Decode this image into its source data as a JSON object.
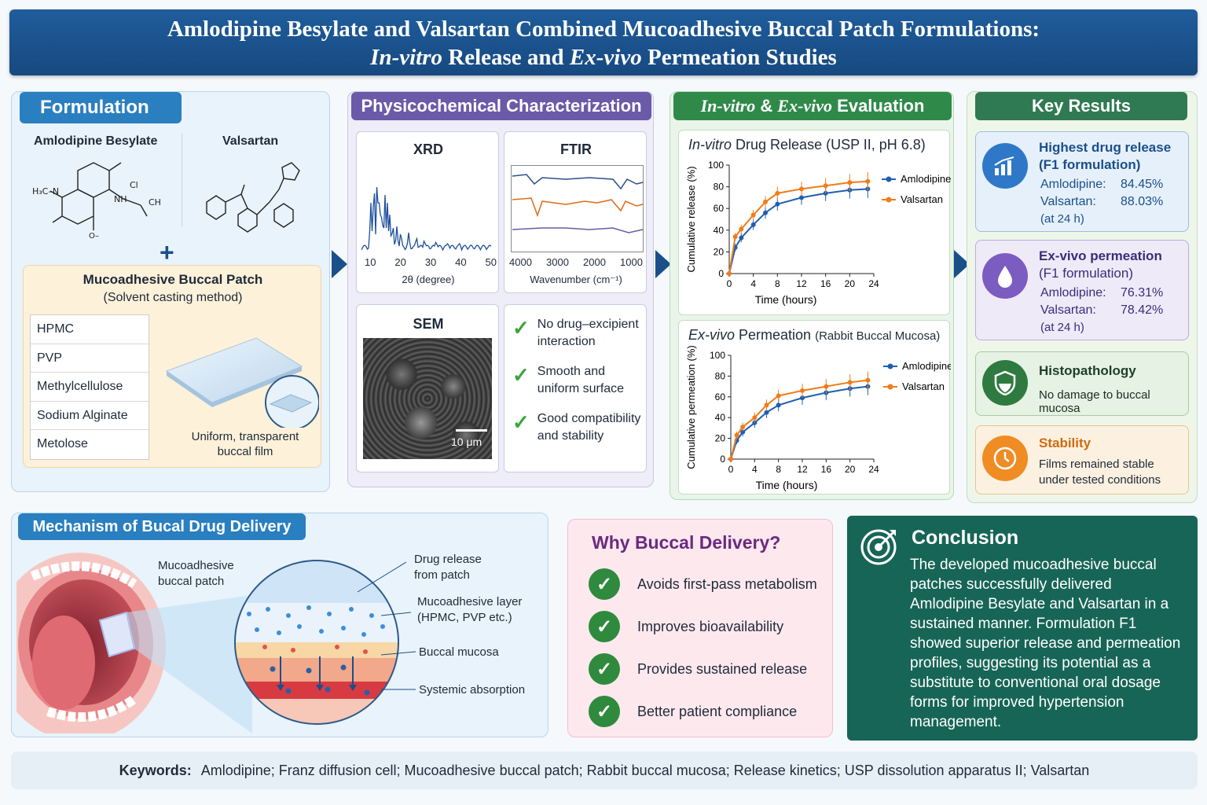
{
  "title": {
    "line1": "Amlodipine Besylate and Valsartan Combined Mucoadhesive Buccal Patch Formulations:",
    "line2a": "In-vitro",
    "line2b": " Release and ",
    "line2c": "Ex-vivo",
    "line2d": " Permeation Studies"
  },
  "formulation": {
    "heading": "Formulation",
    "drug1": "Amlodipine Besylate",
    "drug2": "Valsartan",
    "patch_title": "Mucoadhesive Buccal Patch",
    "patch_method": "(Solvent casting method)",
    "polymers": [
      "HPMC",
      "PVP",
      "Methylcellulose",
      "Sodium Alginate",
      "Metolose"
    ],
    "film_caption": "Uniform, transparent buccal film"
  },
  "physico": {
    "heading": "Physicochemical Characterization",
    "xrd": "XRD",
    "xrd_ticks": [
      "10",
      "20",
      "30",
      "40",
      "50"
    ],
    "xrd_xlabel": "2θ (degree)",
    "ftir": "FTIR",
    "ftir_ticks": [
      "4000",
      "3000",
      "2000",
      "1000"
    ],
    "ftir_xlabel": "Wavenumber (cm⁻¹)",
    "sem": "SEM",
    "sem_scale": "10 μm",
    "checks": [
      "No drug–excipient interaction",
      "Smooth and uniform surface",
      "Good compatibility and stability"
    ]
  },
  "evaluation": {
    "heading_a": "In-vitro",
    "heading_b": " & ",
    "heading_c": "Ex-vivo",
    "heading_d": " Evaluation"
  },
  "chart_data": [
    {
      "type": "line",
      "title": "In-vitro Drug Release (USP II, pH 6.8)",
      "xlabel": "Time (hours)",
      "ylabel": "Cumulative release (%)",
      "xlim": [
        0,
        24
      ],
      "ylim": [
        0,
        100
      ],
      "xticks": [
        0,
        4,
        8,
        12,
        16,
        20,
        24
      ],
      "yticks": [
        0,
        20,
        40,
        60,
        80,
        100
      ],
      "series": [
        {
          "name": "Amlodipine",
          "color": "#1f5fb0",
          "x": [
            0,
            1,
            2,
            4,
            6,
            8,
            12,
            16,
            20,
            23
          ],
          "y": [
            0,
            24,
            33,
            45,
            56,
            64,
            70,
            74,
            77,
            78
          ]
        },
        {
          "name": "Valsartan",
          "color": "#ef7d1a",
          "x": [
            0,
            1,
            2,
            4,
            6,
            8,
            12,
            16,
            20,
            23
          ],
          "y": [
            0,
            34,
            41,
            54,
            66,
            74,
            78,
            81,
            84,
            85
          ]
        }
      ]
    },
    {
      "type": "line",
      "title": "Ex-vivo Permeation (Rabbit Buccal Mucosa)",
      "xlabel": "Time (hours)",
      "ylabel": "Cumulative permeation (%)",
      "xlim": [
        0,
        24
      ],
      "ylim": [
        0,
        100
      ],
      "xticks": [
        0,
        4,
        8,
        12,
        16,
        20,
        24
      ],
      "yticks": [
        0,
        20,
        40,
        60,
        80,
        100
      ],
      "series": [
        {
          "name": "Amlodipine",
          "color": "#1f5fb0",
          "x": [
            0,
            1,
            2,
            4,
            6,
            8,
            12,
            16,
            20,
            23
          ],
          "y": [
            0,
            18,
            26,
            35,
            45,
            52,
            59,
            64,
            68,
            70
          ]
        },
        {
          "name": "Valsartan",
          "color": "#ef7d1a",
          "x": [
            0,
            1,
            2,
            4,
            6,
            8,
            12,
            16,
            20,
            23
          ],
          "y": [
            0,
            23,
            31,
            40,
            52,
            61,
            66,
            70,
            74,
            76
          ]
        }
      ]
    }
  ],
  "chart_titles": {
    "c1a": "In-vitro",
    "c1b": " Drug Release ",
    "c1c": "(USP II, pH 6.8)",
    "c2a": "Ex-vivo",
    "c2b": " Permeation ",
    "c2c": "(Rabbit Buccal Mucosa)"
  },
  "results": {
    "heading": "Key Results",
    "r1": {
      "title": "Highest drug release",
      "sub": "(F1 formulation)",
      "l1": "Amlodipine:",
      "v1": "84.45%",
      "l2": "Valsartan:",
      "v2": "88.03%",
      "t": "(at 24 h)"
    },
    "r2": {
      "title": "Ex-vivo permeation",
      "sub": "(F1 formulation)",
      "l1": "Amlodipine:",
      "v1": "76.31%",
      "l2": "Valsartan:",
      "v2": "78.42%",
      "t": "(at 24 h)"
    },
    "r3": {
      "title": "Histopathology",
      "text": "No damage to buccal mucosa"
    },
    "r4": {
      "title": "Stability",
      "text1": "Films remained stable",
      "text2": "under tested conditions"
    }
  },
  "mechanism": {
    "heading": "Mechanism of Bucal Drug Delivery",
    "patch1": "Mucoadhesive",
    "patch2": "buccal patch",
    "drug1": "Drug release",
    "drug2": "from patch",
    "layer1": "Mucoadhesive layer",
    "layer2": "(HPMC, PVP etc.)",
    "mucosa": "Buccal mucosa",
    "systemic": "Systemic absorption"
  },
  "why": {
    "heading": "Why Buccal Delivery?",
    "items": [
      "Avoids first-pass metabolism",
      "Improves bioavailability",
      "Provides sustained release",
      "Better patient compliance"
    ]
  },
  "conclusion": {
    "heading": "Conclusion",
    "text": "The developed mucoadhesive buccal patches successfully delivered Amlodipine Besylate and Valsartan in a sustained manner. Formulation F1 showed superior release and permeation profiles, suggesting its potential as a substitute to conventional oral dosage forms for improved hypertension management."
  },
  "keywords": {
    "label": "Keywords:",
    "text": "Amlodipine; Franz diffusion cell; Mucoadhesive buccal patch; Rabbit buccal mucosa; Release kinetics; USP dissolution apparatus II; Valsartan"
  },
  "colors": {
    "navy": "#1a4f8a",
    "blue": "#2a7fc0",
    "purple": "#6a5aa8",
    "green": "#2f8a4a",
    "teal": "#1b6a5c",
    "orange": "#ef7d1a"
  }
}
